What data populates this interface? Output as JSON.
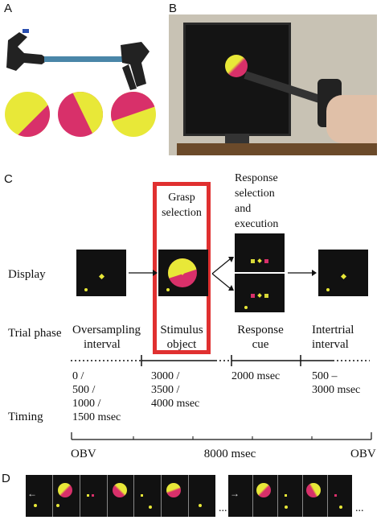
{
  "panels": {
    "a": "A",
    "b": "B",
    "c": "C",
    "d": "D"
  },
  "panel_c": {
    "top_labels": {
      "grasp": [
        "Grasp",
        "selection"
      ],
      "response": [
        "Response",
        "selection",
        "and",
        "execution"
      ]
    },
    "row_labels": {
      "display": "Display",
      "trial_phase": "Trial phase",
      "timing": "Timing"
    },
    "phases": {
      "oversampling": [
        "Oversampling",
        "interval"
      ],
      "stimulus": [
        "Stimulus",
        "object"
      ],
      "response_cue": [
        "Response",
        "cue"
      ],
      "intertrial": [
        "Intertrial",
        "interval"
      ]
    },
    "timings": {
      "t1": [
        "0 /",
        "500 /",
        "1000 /",
        "1500 msec"
      ],
      "t2": [
        "3000 /",
        "3500 /",
        "4000 msec"
      ],
      "t3": [
        "2000 msec"
      ],
      "t4": [
        "500 –",
        "3000 msec"
      ]
    },
    "bottom": {
      "left": "OBV",
      "middle": "8000 msec",
      "right": "OBV"
    }
  },
  "panel_d": {
    "ellipsis": "..."
  },
  "colors": {
    "highlight": "#e03030",
    "yellow": "#e8e838",
    "magenta": "#d8306a",
    "screen": "#111111"
  }
}
